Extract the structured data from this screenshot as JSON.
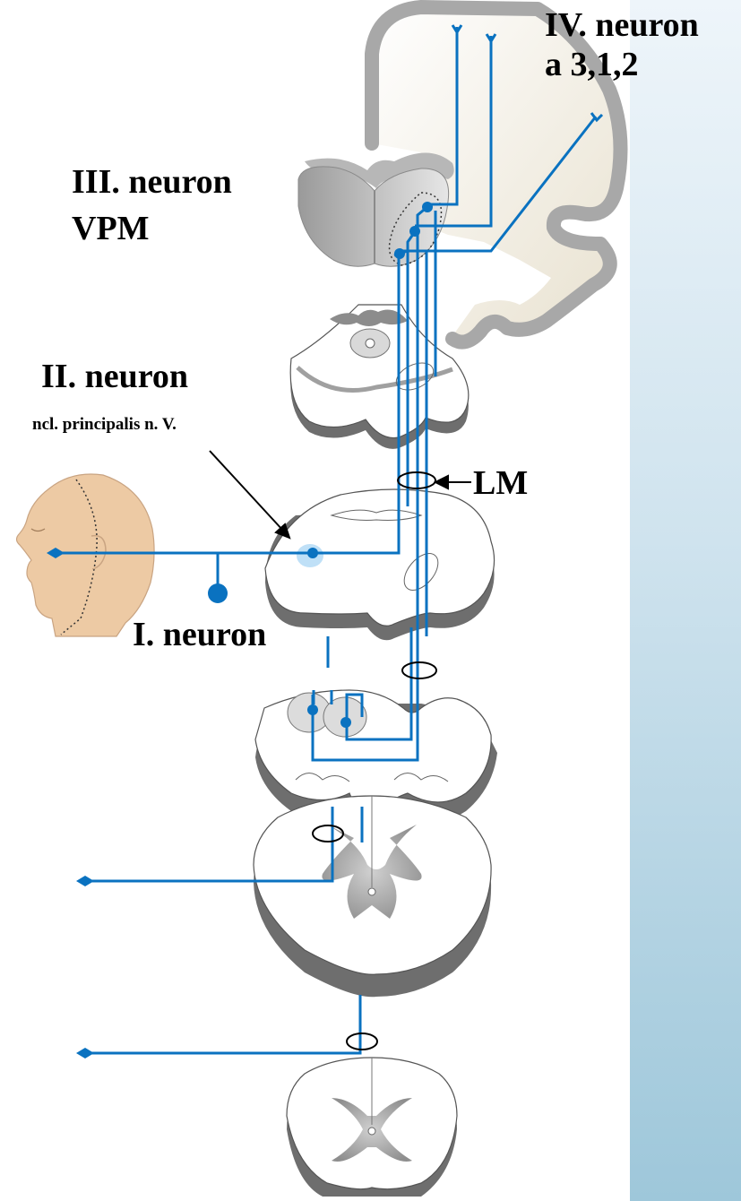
{
  "labels": {
    "neuron4_line1": "IV. neuron",
    "neuron4_line2": "a 3,1,2",
    "neuron3_line1": "III. neuron",
    "neuron3_line2": "VPM",
    "neuron2_line1": "II. neuron",
    "neuron2_line2": "ncl. principalis n. V.",
    "lemniscus": "LM",
    "neuron1": "I. neuron"
  },
  "colors": {
    "pathway": "#0a72c0",
    "tissue_outline": "#555555",
    "tissue_shadow": "#7a7a7a",
    "gray_matter": "#a9a9a9",
    "skin": "#edcaa4"
  }
}
